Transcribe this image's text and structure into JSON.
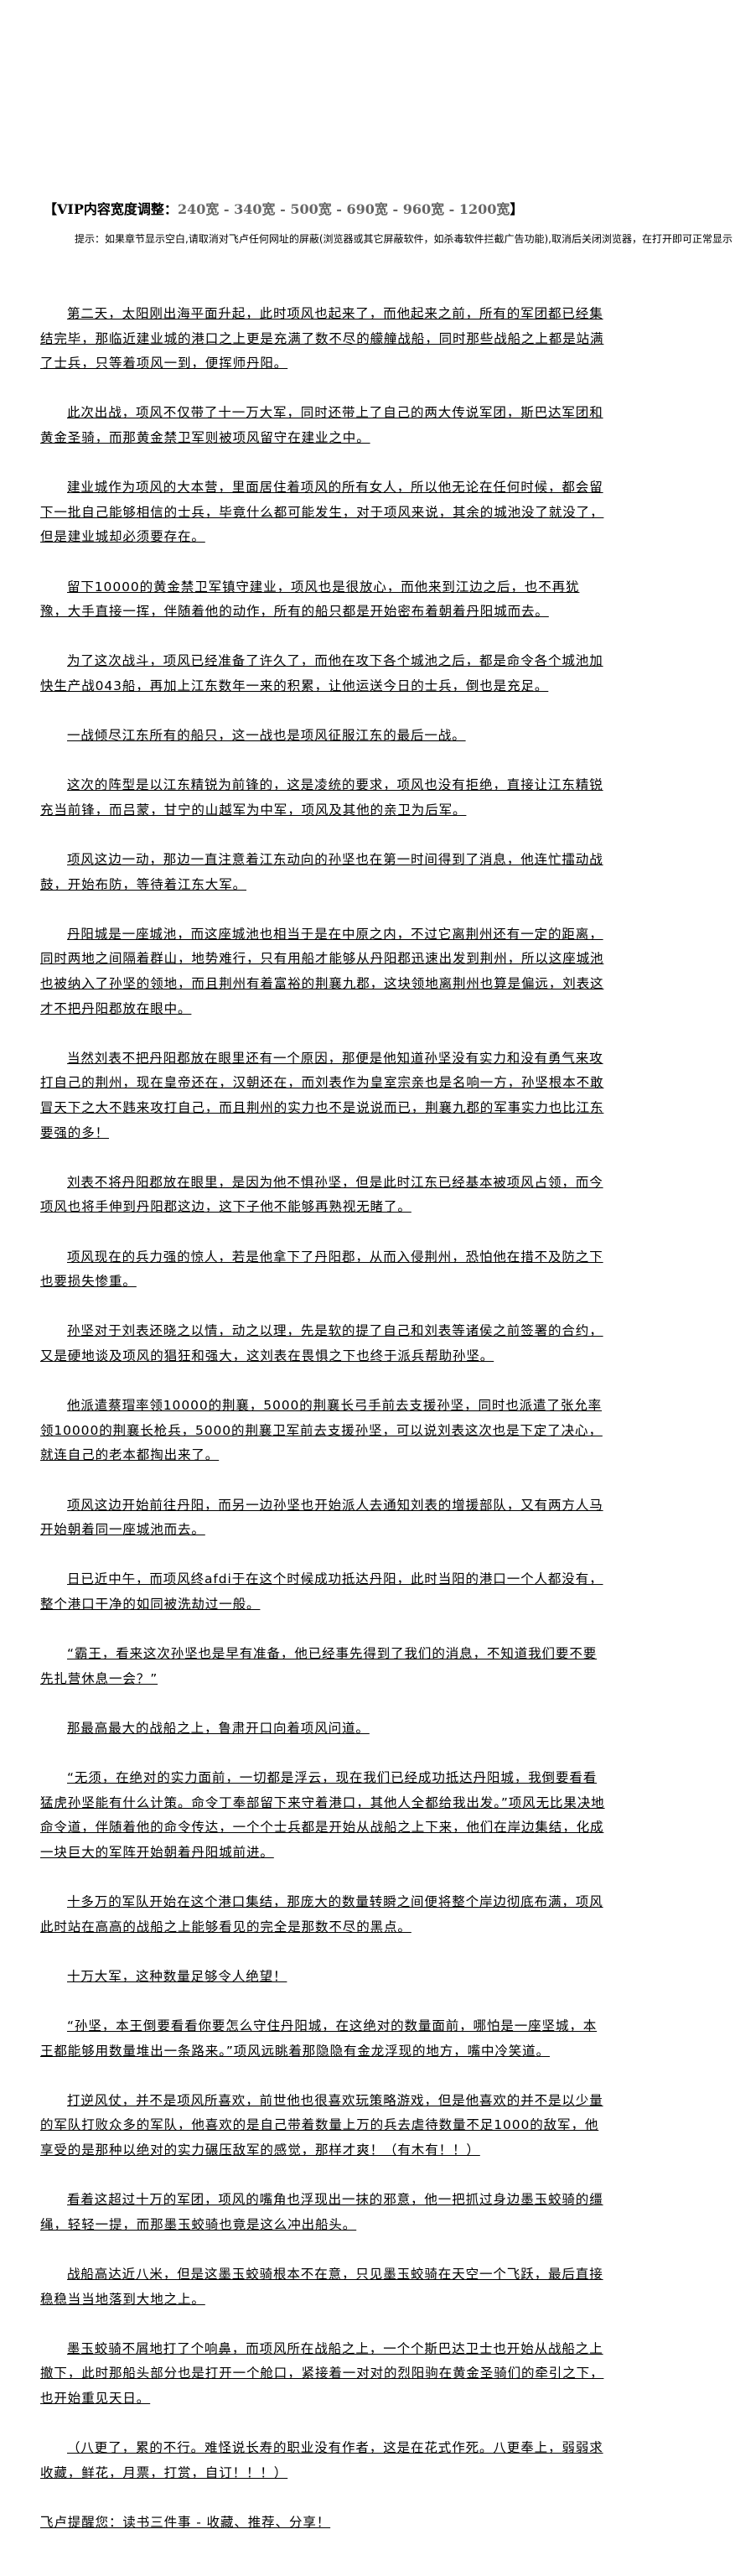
{
  "vip_bar": {
    "open": "【VIP内容宽度调整：",
    "widths": [
      "240宽",
      "340宽",
      "500宽",
      "690宽",
      "960宽",
      "1200宽"
    ],
    "separator": " - ",
    "close": "】"
  },
  "notice": "提示：如果章节显示空白,请取消对飞卢任何网址的屏蔽(浏览器或其它屏蔽软件，如杀毒软件拦截广告功能),取消后关闭浏览器，在打开即可正常显示",
  "paragraphs": [
    "第二天，太阳刚出海平面升起，此时项风也起来了，而他起来之前，所有的军团都已经集结完毕，那临近建业城的港口之上更是充满了数不尽的艨艟战船，同时那些战船之上都是站满了士兵，只等着项风一到，便挥师丹阳。",
    "此次出战，项风不仅带了十一万大军，同时还带上了自己的两大传说军团，斯巴达军团和黄金圣骑，而那黄金禁卫军则被项风留守在建业之中。",
    "建业城作为项风的大本营，里面居住着项风的所有女人，所以他无论在任何时候，都会留下一批自己能够相信的士兵，毕竟什么都可能发生，对于项风来说，其余的城池没了就没了，但是建业城却必须要存在。",
    "留下10000的黄金禁卫军镇守建业，项风也是很放心，而他来到江边之后，也不再犹豫，大手直接一挥，伴随着他的动作，所有的船只都是开始密布着朝着丹阳城而去。",
    "为了这次战斗，项风已经准备了许久了，而他在攻下各个城池之后，都是命令各个城池加快生产战043船，再加上江东数年一来的积累，让他运送今日的士兵，倒也是充足。",
    "一战倾尽江东所有的船只，这一战也是项风征服江东的最后一战。",
    "这次的阵型是以江东精锐为前锋的，这是凌统的要求，项风也没有拒绝，直接让江东精锐充当前锋，而吕蒙，甘宁的山越军为中军，项风及其他的亲卫为后军。",
    "项风这边一动，那边一直注意着江东动向的孙坚也在第一时间得到了消息，他连忙擂动战鼓，开始布防，等待着江东大军。",
    "丹阳城是一座城池，而这座城池也相当于是在中原之内，不过它离荆州还有一定的距离，同时两地之间隔着群山，地势难行，只有用船才能够从丹阳郡迅速出发到荆州，所以这座城池也被纳入了孙坚的领地，而且荆州有着富裕的荆襄九郡，这块领地离荆州也算是偏远，刘表这才不把丹阳郡放在眼中。",
    "当然刘表不把丹阳郡放在眼里还有一个原因，那便是他知道孙坚没有实力和没有勇气来攻打自己的荆州，现在皇帝还在，汉朝还在，而刘表作为皇室宗亲也是名响一方，孙坚根本不敢冒天下之大不韪来攻打自己，而且荆州的实力也不是说说而已，荆襄九郡的军事实力也比江东要强的多！",
    "刘表不将丹阳郡放在眼里，是因为他不惧孙坚，但是此时江东已经基本被项风占领，而今项风也将手伸到丹阳郡这边，这下子他不能够再熟视无睹了。",
    "项风现在的兵力强的惊人，若是他拿下了丹阳郡，从而入侵荆州，恐怕他在措不及防之下也要损失惨重。",
    "孙坚对于刘表还晓之以情，动之以理，先是软的提了自己和刘表等诸侯之前签署的合约，又是硬地谈及项风的猖狂和强大，这刘表在畏惧之下也终于派兵帮助孙坚。",
    "他派遣蔡瑁率领10000的荆襄，5000的荆襄长弓手前去支援孙坚，同时也派遣了张允率领10000的荆襄长枪兵，5000的荆襄卫军前去支援孙坚，可以说刘表这次也是下定了决心，就连自己的老本都掏出来了。",
    "项风这边开始前往丹阳，而另一边孙坚也开始派人去通知刘表的增援部队，又有两方人马开始朝着同一座城池而去。",
    "日已近中午，而项风终afdi于在这个时候成功抵达丹阳，此时当阳的港口一个人都没有，整个港口干净的如同被洗劫过一般。",
    "“霸王，看来这次孙坚也是早有准备，他已经事先得到了我们的消息，不知道我们要不要先扎营休息一会？”",
    "那最高最大的战船之上，鲁肃开口向着项风问道。",
    "“无须，在绝对的实力面前，一切都是浮云，现在我们已经成功抵达丹阳城，我倒要看看猛虎孙坚能有什么计策。命令丁奉部留下来守着港口，其他人全都给我出发。”项风无比果决地命令道，伴随着他的命令传达，一个个士兵都是开始从战船之上下来，他们在岸边集结，化成一块巨大的军阵开始朝着丹阳城前进。",
    "十多万的军队开始在这个港口集结，那庞大的数量转瞬之间便将整个岸边彻底布满，项风此时站在高高的战船之上能够看见的完全是那数不尽的黑点。",
    "十万大军，这种数量足够令人绝望！",
    "“孙坚，本王倒要看看你要怎么守住丹阳城，在这绝对的数量面前，哪怕是一座坚城，本王都能够用数量堆出一条路来。”项风远眺着那隐隐有金龙浮现的地方，嘴中冷笑道。",
    "打逆风仗，并不是项风所喜欢，前世他也很喜欢玩策略游戏，但是他喜欢的并不是以少量的军队打败众多的军队，他喜欢的是自己带着数量上万的兵去虐待数量不足1000的敌军，他享受的是那种以绝对的实力碾压敌军的感觉，那样才爽！（有木有！！）",
    "看着这超过十万的军团，项风的嘴角也浮现出一抹的邪意，他一把抓过身边墨玉蛟骑的缰绳，轻轻一提，而那墨玉蛟骑也竟是这么冲出船头。",
    "战船高达近八米，但是这墨玉蛟骑根本不在意，只见墨玉蛟骑在天空一个飞跃，最后直接稳稳当当地落到大地之上。",
    "墨玉蛟骑不屑地打了个响鼻，而项风所在战船之上，一个个斯巴达卫士也开始从战船之上撤下，此时那船头部分也是打开一个舱口，紧接着一对对的烈阳驹在黄金圣骑们的牵引之下，也开始重见天日。",
    "（八更了，累的不行。难怪说长寿的职业没有作者，这是在花式作死。八更奉上，弱弱求收藏，鲜花，月票，打赏，自订！！！）"
  ],
  "footer": "飞卢提醒您：读书三件事 - 收藏、推荐、分享！"
}
